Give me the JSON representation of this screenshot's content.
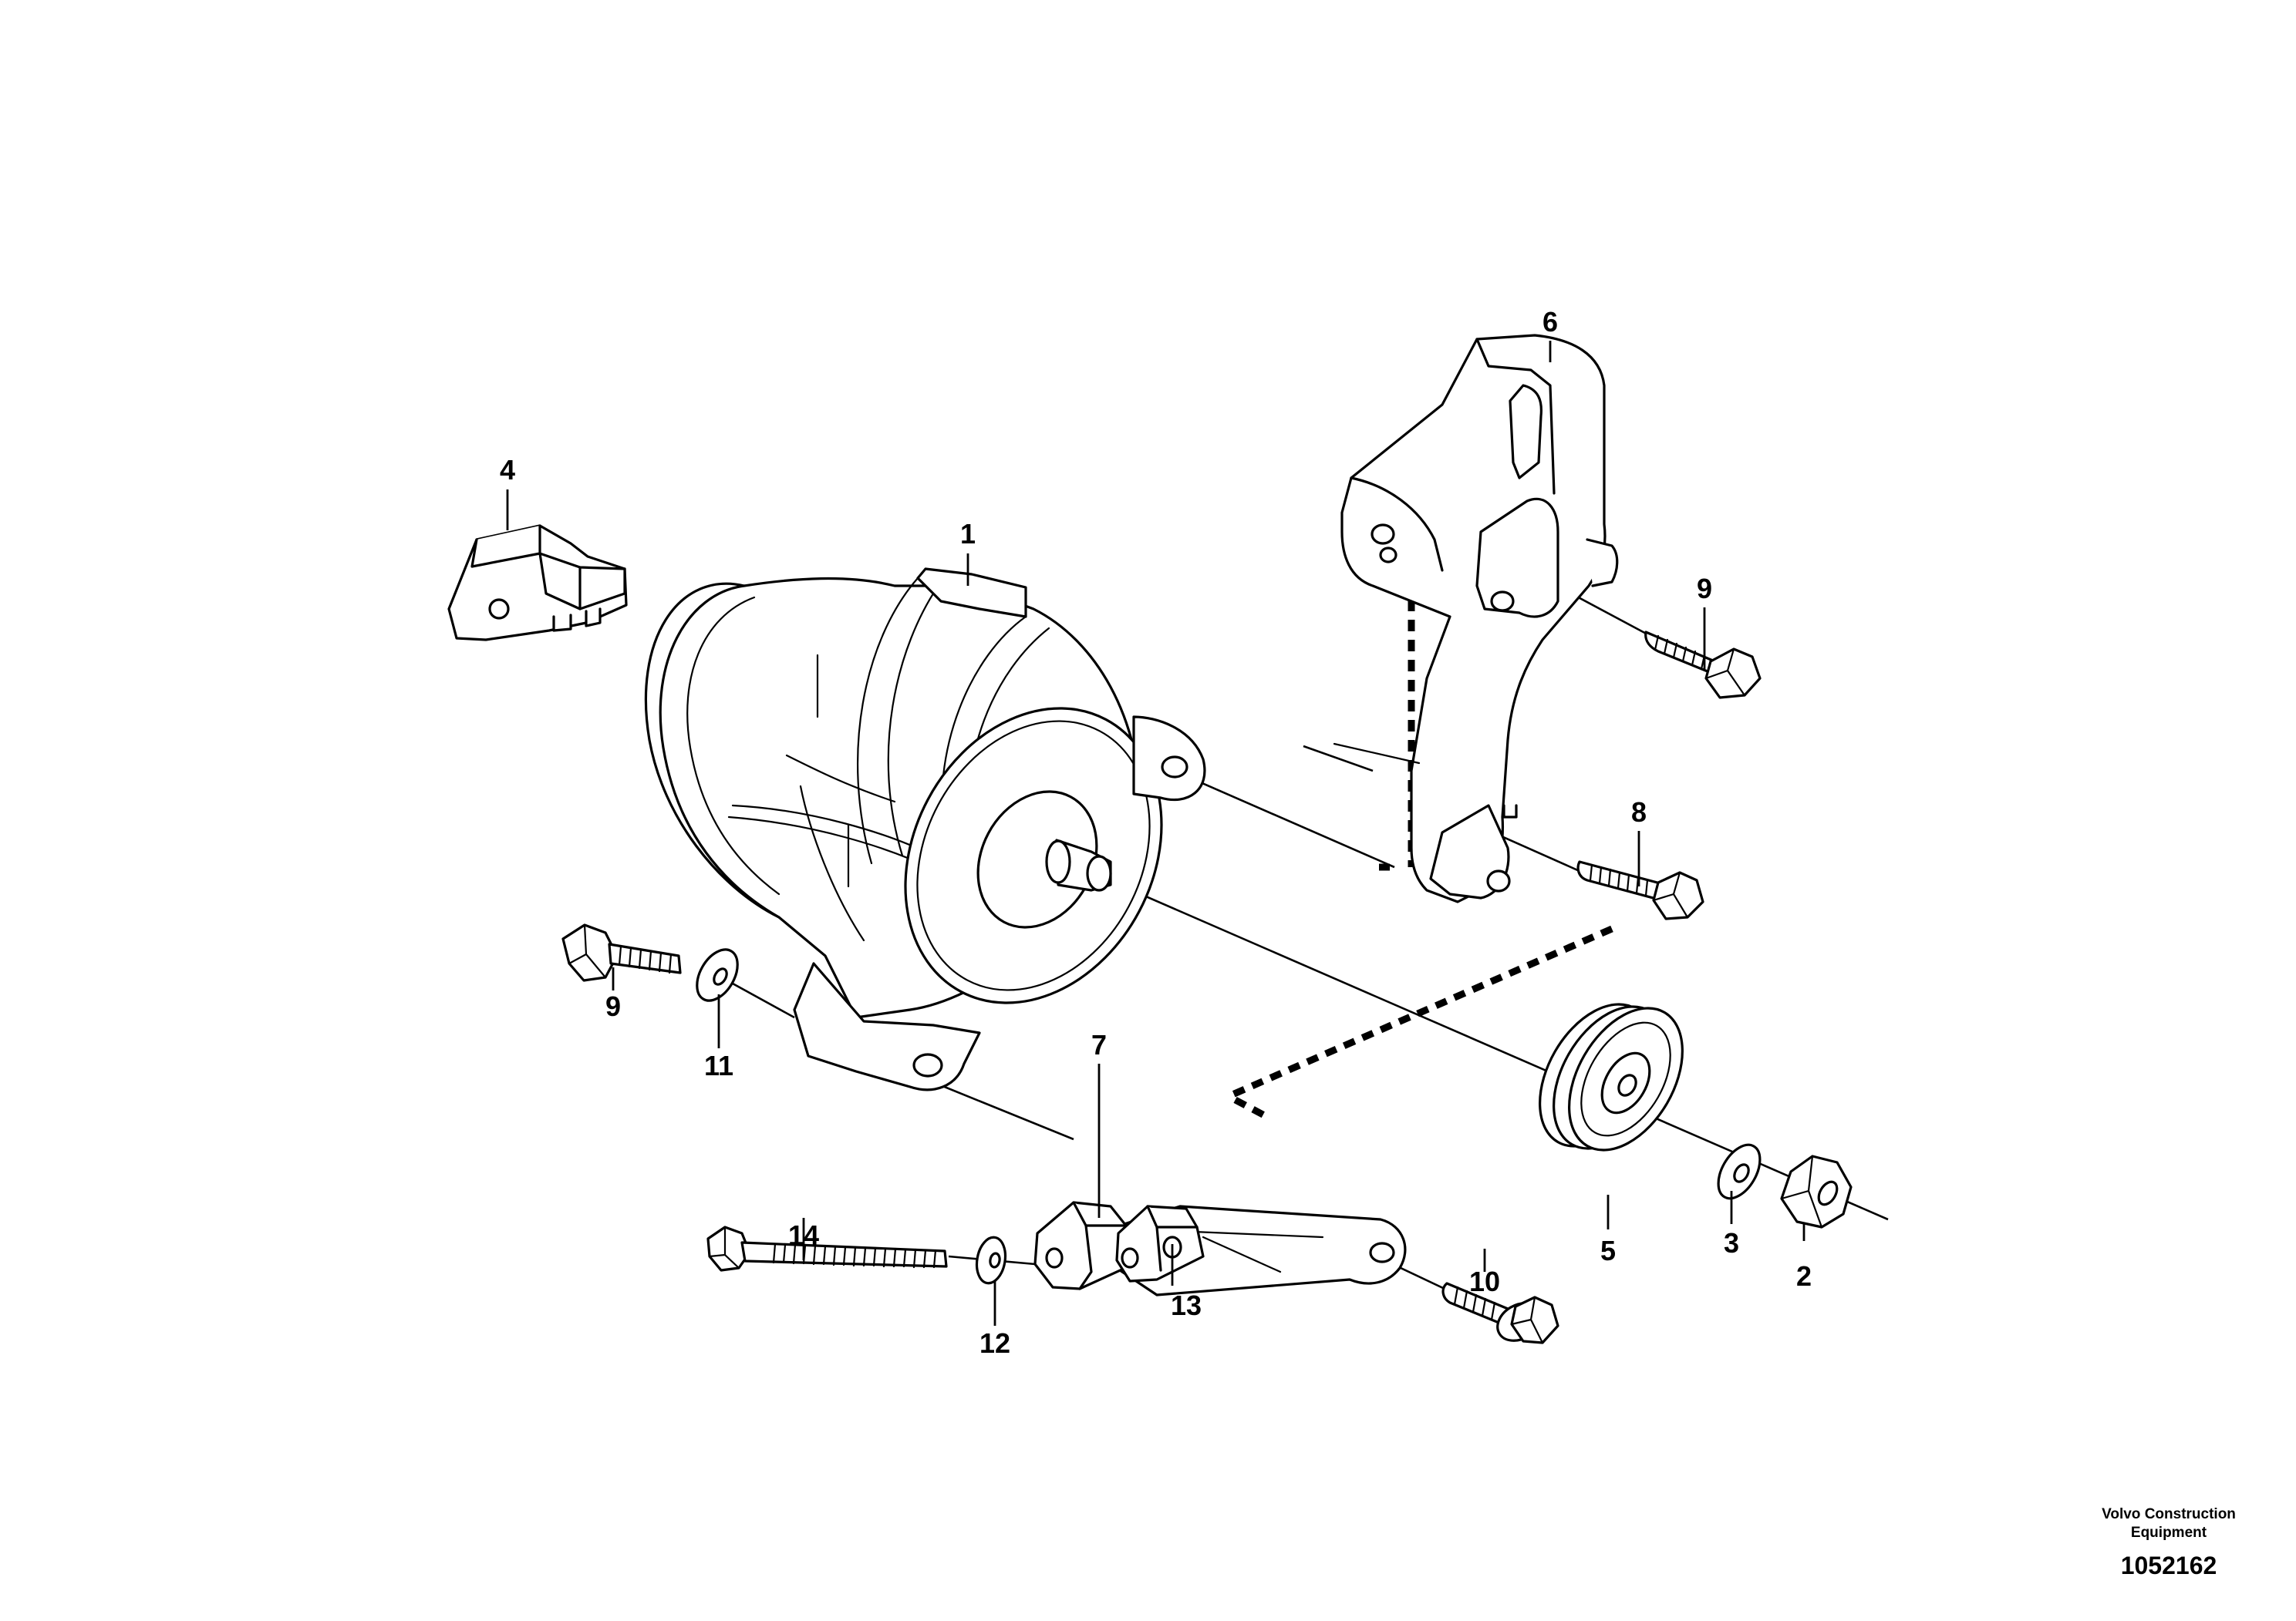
{
  "diagram": {
    "callouts": {
      "c1": "1",
      "c2": "2",
      "c3": "3",
      "c4": "4",
      "c5": "5",
      "c6": "6",
      "c7": "7",
      "c8": "8",
      "c9a": "9",
      "c9b": "9",
      "c10": "10",
      "c11": "11",
      "c12": "12",
      "c13": "13",
      "c14": "14"
    },
    "footer": {
      "company_line1": "Volvo Construction",
      "company_line2": "Equipment",
      "drawing_number": "1052162"
    }
  }
}
